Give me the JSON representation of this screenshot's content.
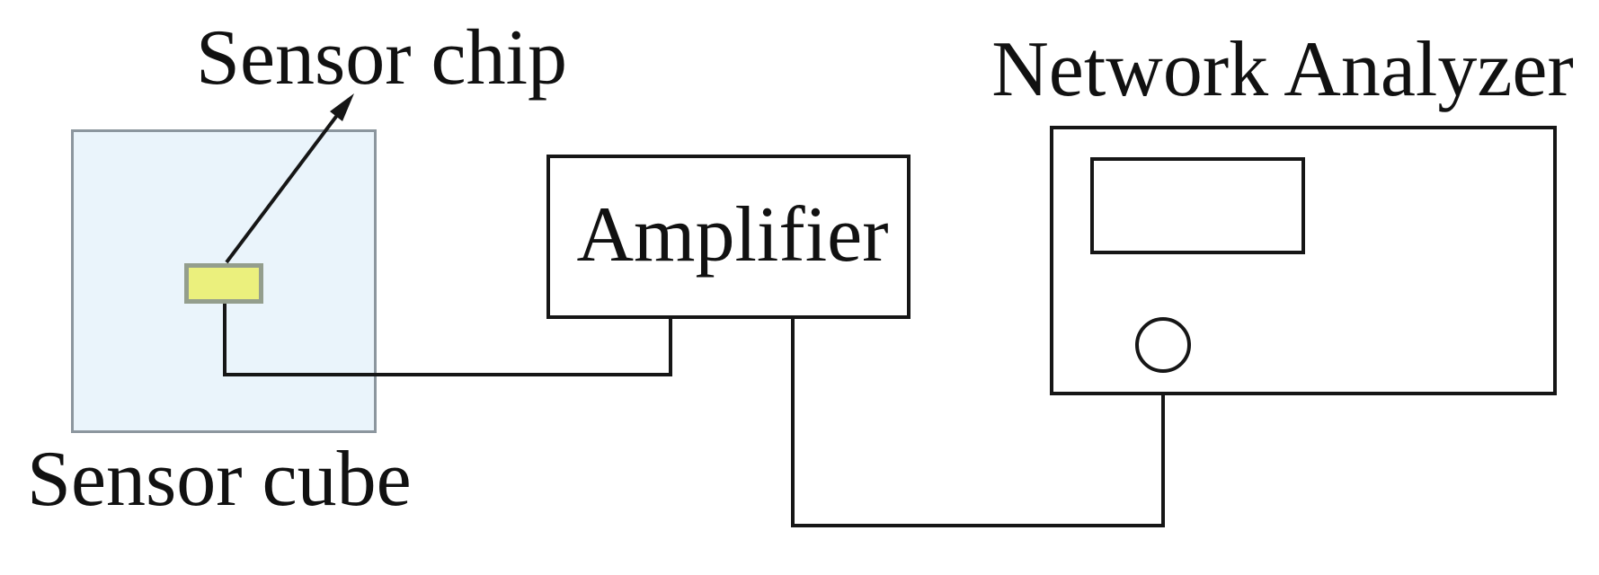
{
  "figure": {
    "type": "block-diagram",
    "labels": {
      "sensor_chip": "Sensor chip",
      "sensor_cube": "Sensor cube",
      "amplifier": "Amplifier",
      "network_analyzer": "Network Analyzer"
    },
    "nodes": [
      {
        "id": "sensor-cube",
        "label": "Sensor cube"
      },
      {
        "id": "sensor-chip",
        "label": "Sensor chip"
      },
      {
        "id": "amplifier",
        "label": "Amplifier"
      },
      {
        "id": "network-analyzer",
        "label": "Network Analyzer"
      }
    ],
    "connections": [
      {
        "from": "sensor-chip",
        "to": "amplifier",
        "style": "elbow-wire"
      },
      {
        "from": "amplifier",
        "to": "network-analyzer-port",
        "style": "elbow-wire"
      },
      {
        "from": "sensor-chip-label",
        "to": "sensor-chip",
        "style": "annotation-arrow"
      }
    ],
    "colors": {
      "background": "#ffffff",
      "sensor_cube_fill": "#eaf4fb",
      "sensor_cube_border": "#8c969e",
      "sensor_chip_fill": "#ebf07d",
      "sensor_chip_border": "#949e8d",
      "device_fill": "#ffffff",
      "line": "#161616",
      "text": "#111111"
    }
  }
}
